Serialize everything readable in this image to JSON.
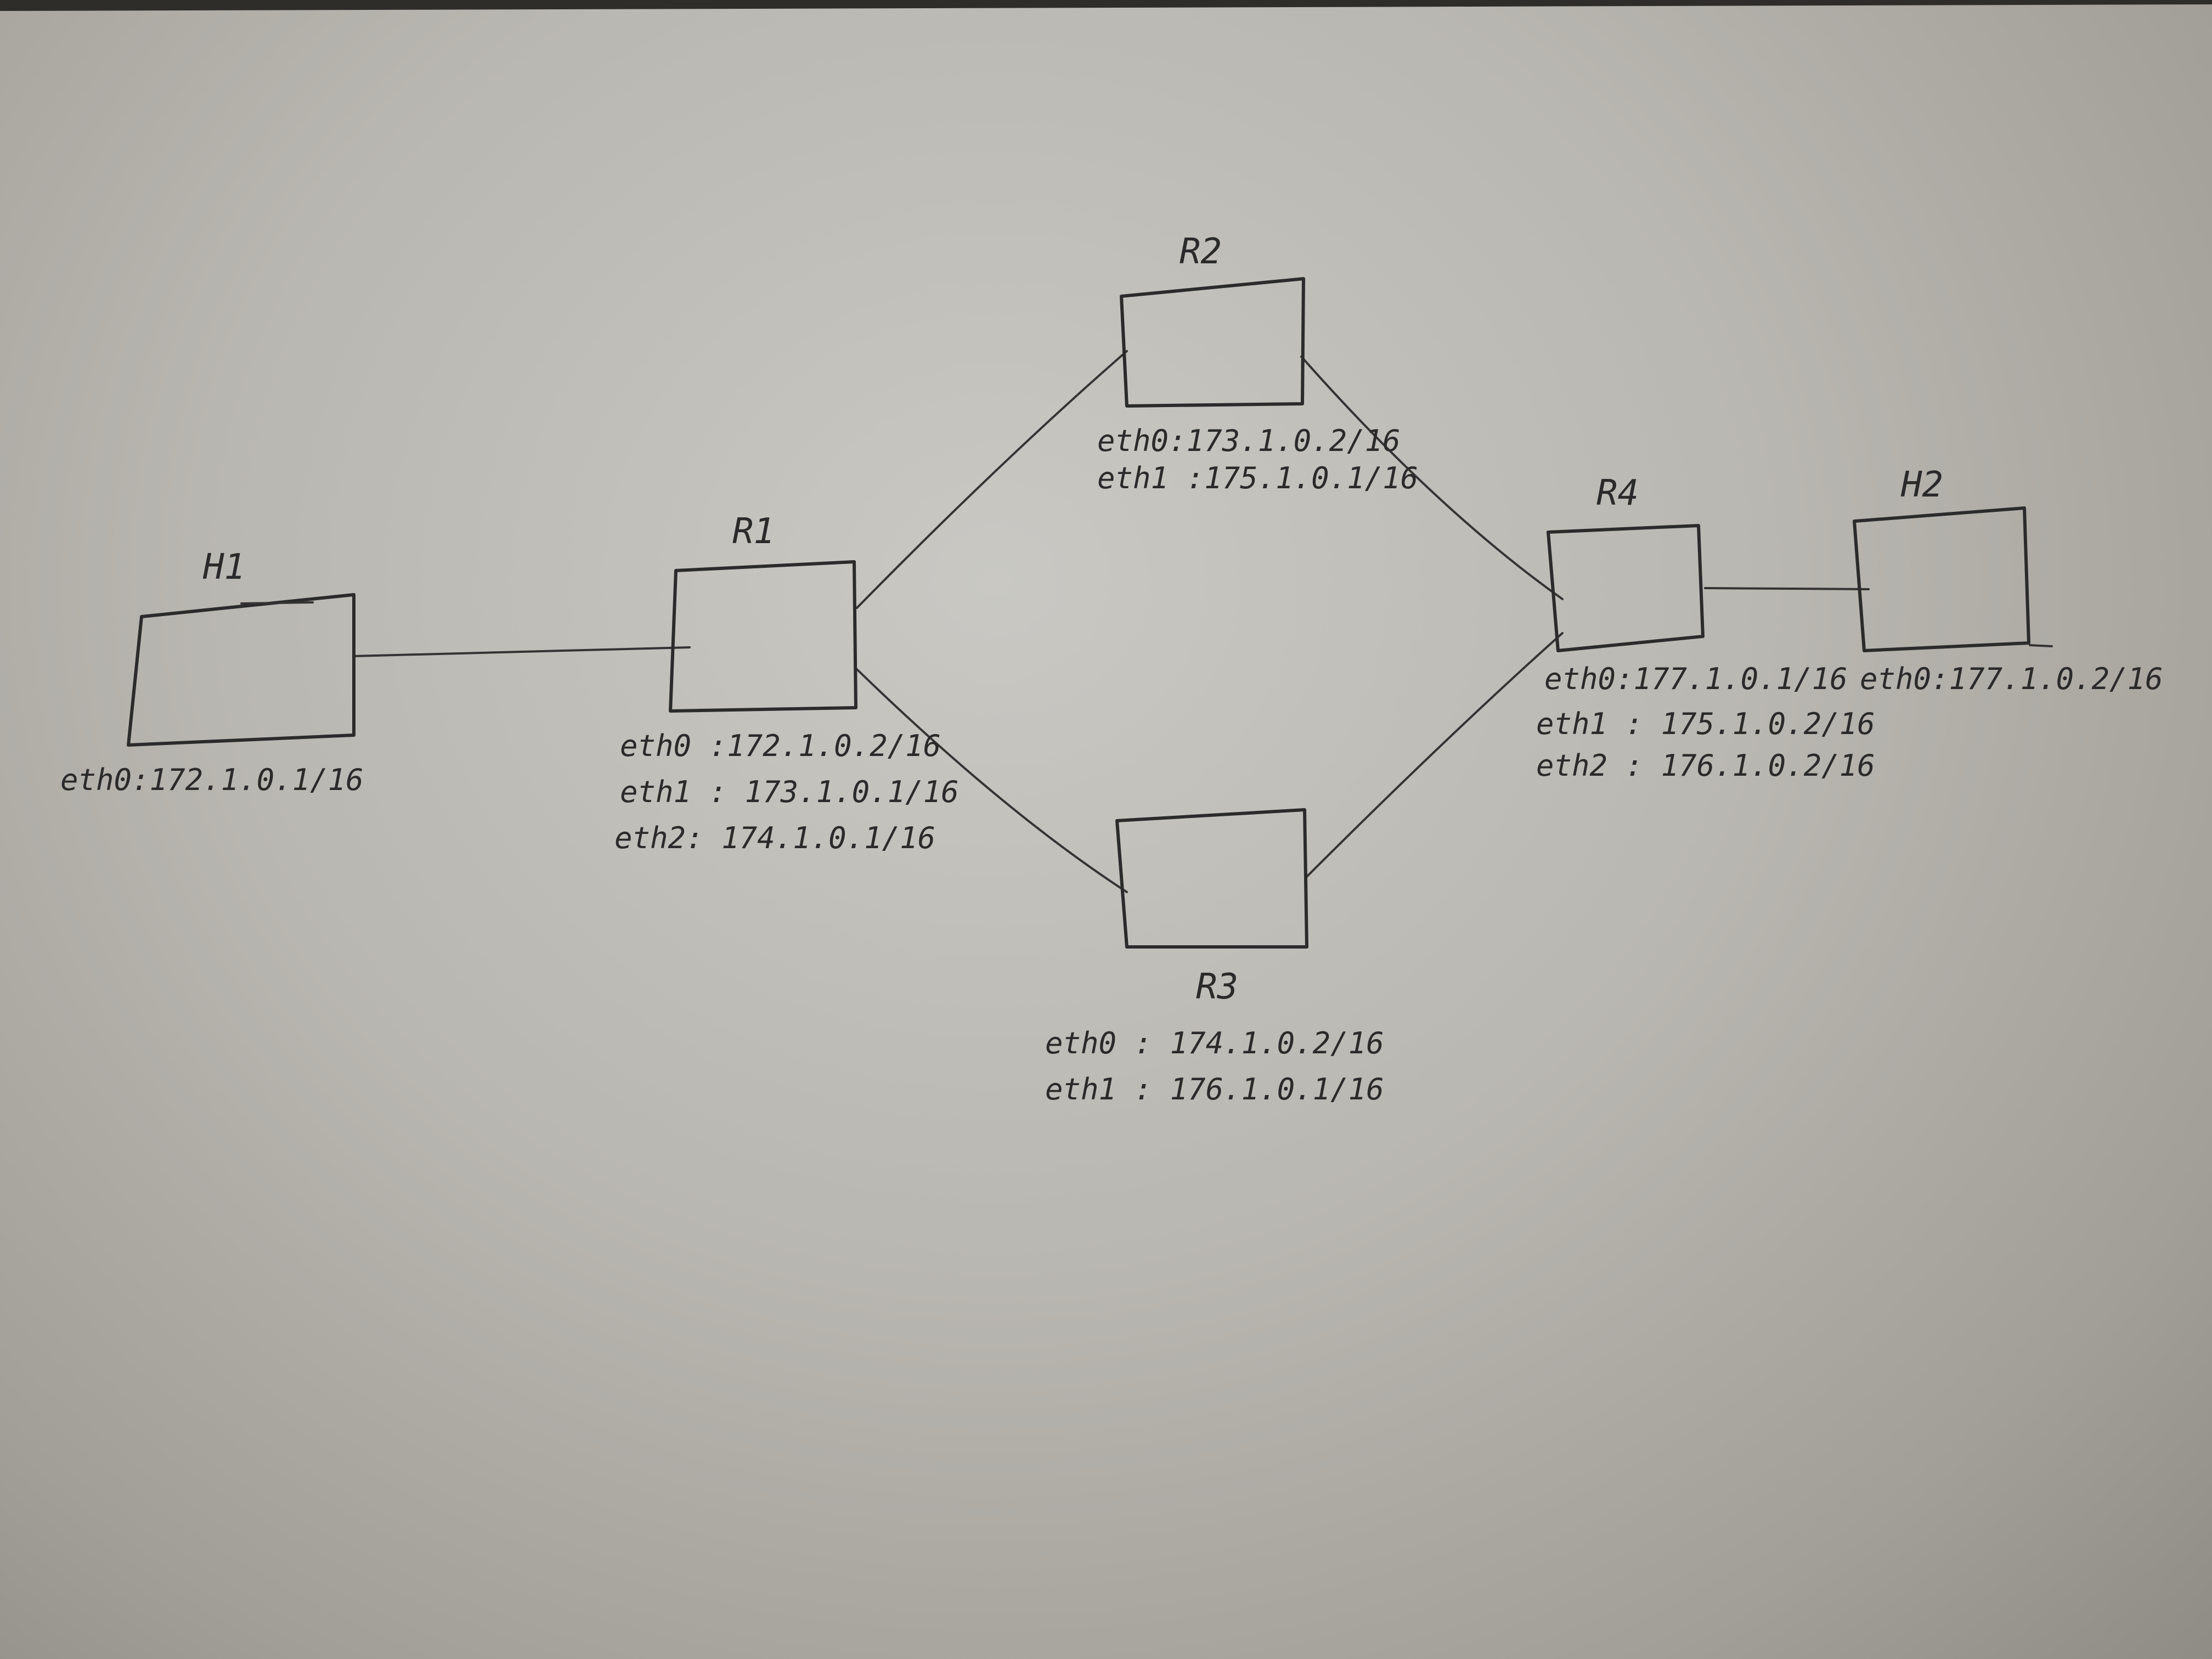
{
  "nodes": {
    "h1": {
      "label": "H1",
      "interfaces": [
        "eth0:172.1.0.1/16"
      ]
    },
    "r1": {
      "label": "R1",
      "interfaces": [
        "eth0 :172.1.0.2/16",
        "eth1 : 173.1.0.1/16",
        "eth2: 174.1.0.1/16"
      ]
    },
    "r2": {
      "label": "R2",
      "interfaces": [
        "eth0:173.1.0.2/16",
        "eth1 :175.1.0.1/16"
      ]
    },
    "r3": {
      "label": "R3",
      "interfaces": [
        "eth0 : 174.1.0.2/16",
        "eth1 : 176.1.0.1/16"
      ]
    },
    "r4": {
      "label": "R4",
      "interfaces": [
        "eth0:177.1.0.1/16",
        "eth1 : 175.1.0.2/16",
        "eth2 : 176.1.0.2/16"
      ]
    },
    "h2": {
      "label": "H2",
      "interfaces": [
        "eth0:177.1.0.2/16"
      ]
    }
  },
  "links": [
    [
      "h1",
      "r1"
    ],
    [
      "r1",
      "r2"
    ],
    [
      "r1",
      "r3"
    ],
    [
      "r2",
      "r4"
    ],
    [
      "r3",
      "r4"
    ],
    [
      "r4",
      "h2"
    ]
  ]
}
